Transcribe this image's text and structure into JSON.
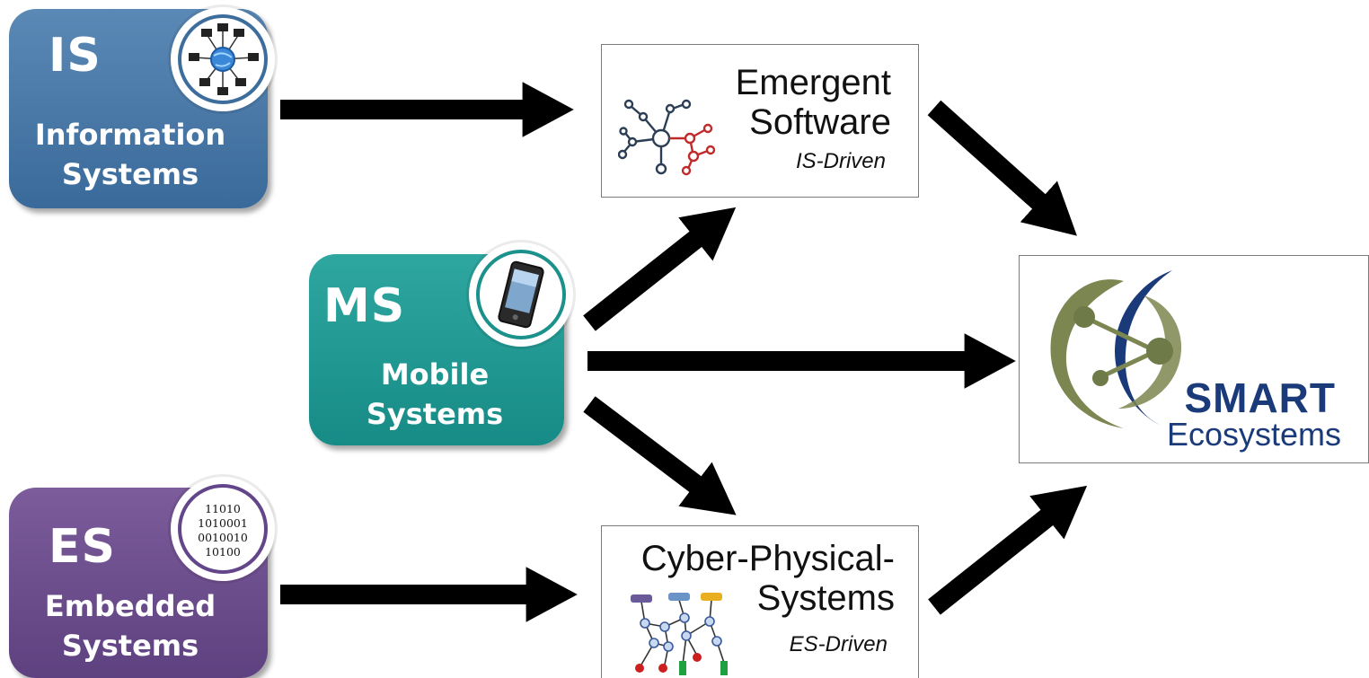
{
  "nodes": {
    "is": {
      "abbr": "IS",
      "label_line1": "Information",
      "label_line2": "Systems",
      "icon": "network-globe-icon"
    },
    "ms": {
      "abbr": "MS",
      "label_line1": "Mobile",
      "label_line2": "Systems",
      "icon": "smartphone-icon"
    },
    "es": {
      "abbr": "ES",
      "label_line1": "Embedded",
      "label_line2": "Systems",
      "icon": "binary-code-icon",
      "binary_lines": [
        "11010",
        "1010001",
        "0010010",
        "10100"
      ]
    },
    "emergent": {
      "title_line1": "Emergent",
      "title_line2": "Software",
      "subtitle": "IS-Driven",
      "icon": "node-graph-icon"
    },
    "cps": {
      "title_line1": "Cyber-Physical-",
      "title_line2": "Systems",
      "subtitle": "ES-Driven",
      "icon": "sensor-network-icon"
    },
    "smart": {
      "title": "SMART",
      "subtitle": "Ecosystems",
      "icon": "ecosystem-logo-icon"
    }
  },
  "edges": [
    {
      "from": "is",
      "to": "emergent"
    },
    {
      "from": "ms",
      "to": "emergent"
    },
    {
      "from": "ms",
      "to": "smart"
    },
    {
      "from": "ms",
      "to": "cps"
    },
    {
      "from": "es",
      "to": "cps"
    },
    {
      "from": "emergent",
      "to": "smart"
    },
    {
      "from": "cps",
      "to": "smart"
    }
  ],
  "colors": {
    "is": "#3f6f9e",
    "ms": "#1b938d",
    "es": "#654a8a",
    "smart_blue": "#1a3a7a",
    "smart_olive": "#7a8450",
    "arrow": "#000000"
  }
}
